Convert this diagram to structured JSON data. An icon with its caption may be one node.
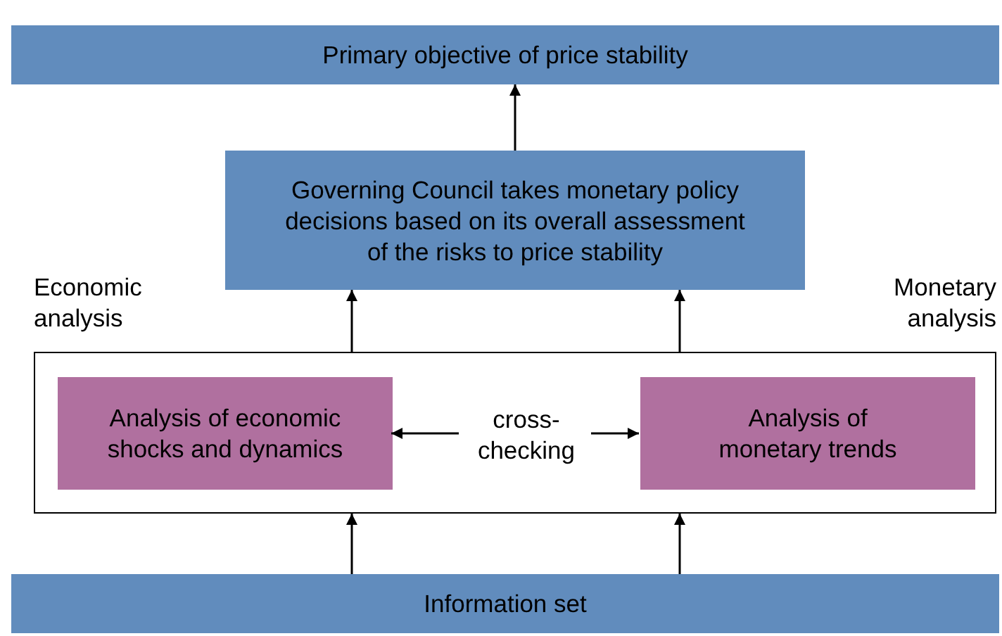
{
  "diagram": {
    "nodes": [
      {
        "text": [
          "Primary objective of price stability"
        ]
      },
      {
        "text": [
          "Governing Council takes monetary policy decisions based on its overall assessment of the risks to price stability"
        ]
      },
      {
        "text": [],
        "shape": "box"
      },
      {
        "text": [
          "Analysis of economic shocks and dynamics"
        ],
        "in": 2
      },
      {
        "text": [
          "Analysis of monetary trends"
        ],
        "in": 2
      },
      {
        "text": [
          "cross-checking"
        ],
        "in": 2
      },
      {
        "text": [
          "Information set"
        ]
      }
    ],
    "edges": [
      {
        "from": 1,
        "to": 0,
        "arrow": "to"
      },
      {
        "from": 2,
        "to": 1,
        "arrow": "to"
      },
      {
        "from": 2,
        "to": 1,
        "arrow": "to"
      },
      {
        "from": 5,
        "to": 3,
        "arrow": "to"
      },
      {
        "from": 5,
        "to": 4,
        "arrow": "to"
      },
      {
        "from": 6,
        "to": 2,
        "arrow": "to"
      },
      {
        "from": 6,
        "to": 2,
        "arrow": "to"
      }
    ],
    "labels": [
      "Economic analysis",
      "Monetary analysis"
    ]
  }
}
